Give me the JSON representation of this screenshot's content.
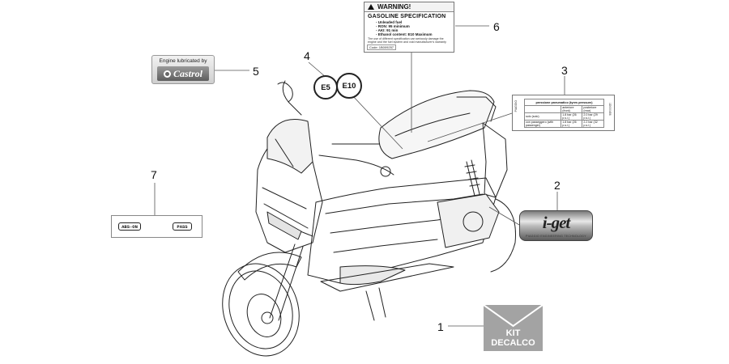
{
  "diagram": {
    "callouts": [
      "1",
      "2",
      "3",
      "4",
      "5",
      "6",
      "7"
    ],
    "warning_label": {
      "header": "WARNING!",
      "title": "GASOLINE SPECIFICATION",
      "lines": [
        "- Unleaded fuel",
        "- RON: 95 minimum",
        "- AKI: 91 min",
        "- Ethanol content: E10 Maximum"
      ],
      "note": "The use of different specification can seriously damage the engine and the fuel system and void manufacturer's warranty",
      "code": "Code: 1B009257"
    },
    "castrol_label": {
      "top_text": "Engine lubricated by",
      "brand": "Castrol"
    },
    "fuel_badges": [
      "E5",
      "E10"
    ],
    "tyre_label": {
      "title": "pressione pneumatico (tyres pressure)",
      "col_1": "anteriore (front)",
      "col_2": "posteriore (rear)",
      "row_1_label": "solo (solo)",
      "row_1_front": "1.8 bar (26 p.s.i.)",
      "row_1_rear": "2.0 bar (29 p.s.i.)",
      "row_2_label": "con passeggero (with passenger)",
      "row_2_front": "1.8 bar (26 p.s.i.)",
      "row_2_rear": "2.2 bar (32 p.s.i.)",
      "brand_side": "PIAGGIO",
      "code_side": "1D000456"
    },
    "jget_label": {
      "logo": "i-get",
      "subtitle": "PIAGGIO ENGINEERING TECHNOLOGY"
    },
    "abs_label": {
      "left_button": "ABS-ON",
      "right_button": "PASS"
    },
    "kit_label": {
      "line_1": "KIT",
      "line_2": "DECALCO"
    },
    "colors": {
      "line": "#222222",
      "kit_background": "#a3a3a3",
      "label_grey": "#cfcfcf"
    }
  }
}
